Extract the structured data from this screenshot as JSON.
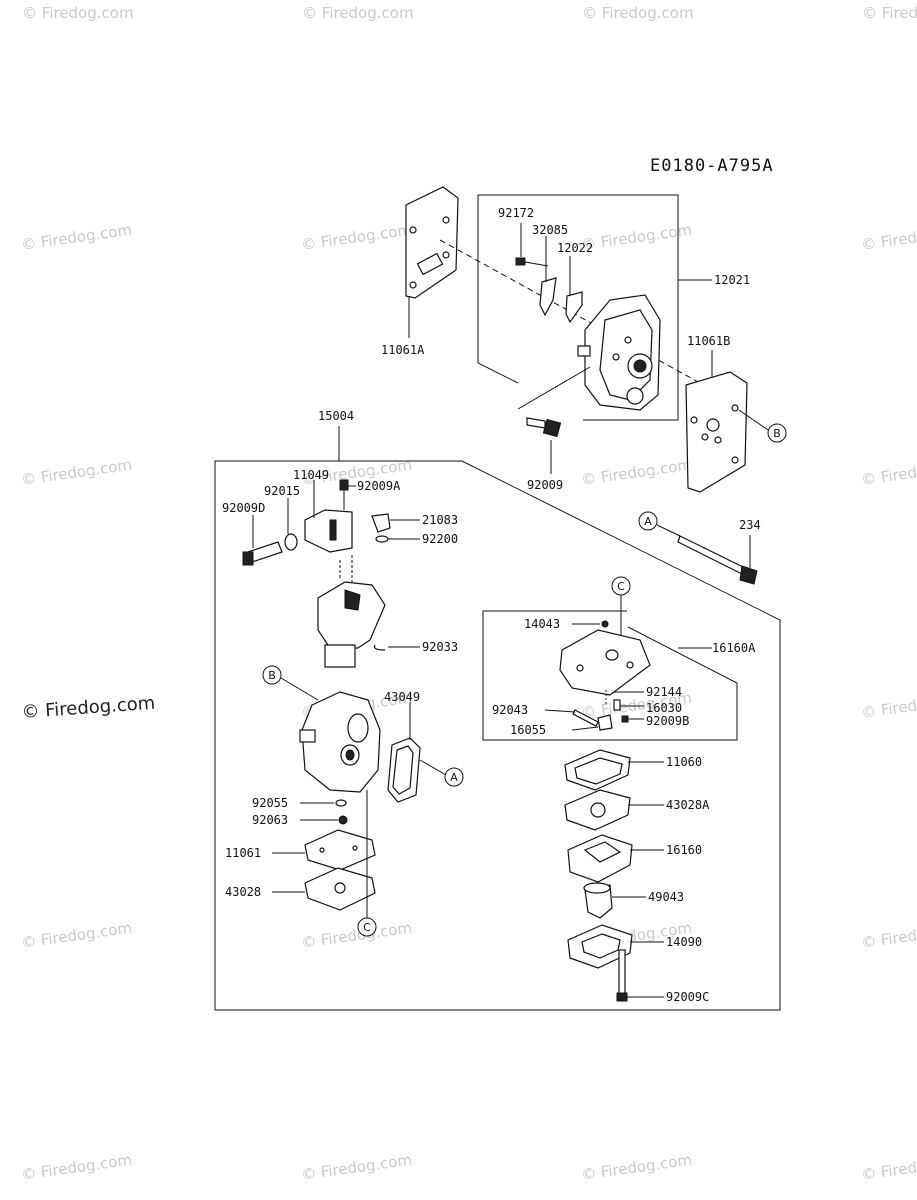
{
  "diagram_code": "E0180-A795A",
  "watermark": "© Firedog.com",
  "parts": {
    "p92172": "92172",
    "p32085": "32085",
    "p12022": "12022",
    "p12021": "12021",
    "p11061A": "11061A",
    "p11061B": "11061B",
    "p15004": "15004",
    "p92009": "92009",
    "p11049": "11049",
    "p92015": "92015",
    "p92009A": "92009A",
    "p92009D": "92009D",
    "p21083": "21083",
    "p92200": "92200",
    "p234": "234",
    "p14043": "14043",
    "p16160A": "16160A",
    "p92033": "92033",
    "p43049": "43049",
    "p92144": "92144",
    "p92043": "92043",
    "p16030": "16030",
    "p16055": "16055",
    "p92009B": "92009B",
    "p11060": "11060",
    "p92055": "92055",
    "p92063": "92063",
    "p43028A": "43028A",
    "p11061": "11061",
    "p16160": "16160",
    "p43028": "43028",
    "p49043": "49043",
    "p14090": "14090",
    "p92009C": "92009C"
  },
  "refs": {
    "A": "A",
    "B": "B",
    "C": "C"
  }
}
